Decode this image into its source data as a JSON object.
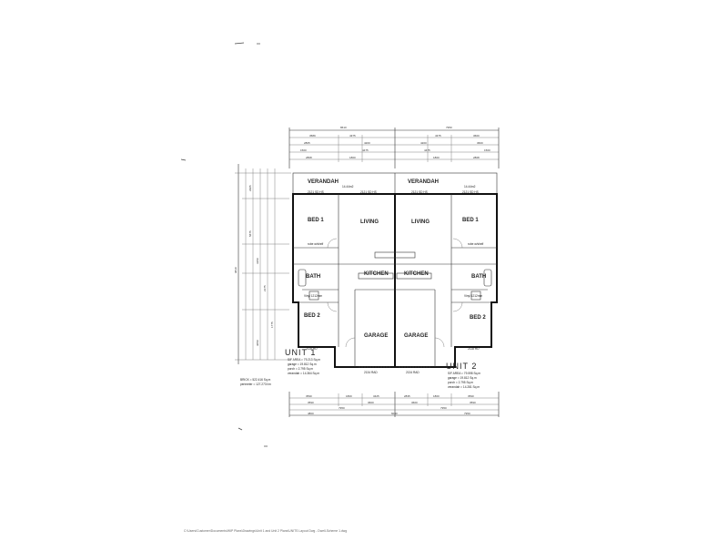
{
  "plan": {
    "rooms": {
      "verandah_left": "VERANDAH",
      "verandah_right": "VERANDAH",
      "bed1_left": "BED 1",
      "bed1_right": "BED 1",
      "living_left": "LIVING",
      "living_right": "LIVING",
      "kitchen_left": "KITCHEN",
      "kitchen_right": "KITCHEN",
      "bath_left": "BATH",
      "bath_right": "BATH",
      "bed2_left": "BED 2",
      "bed2_right": "BED 2",
      "garage_left": "GARAGE",
      "garage_right": "GARAGE"
    },
    "notes": {
      "window_top_left": "2121 SD HS",
      "window_top_mid_left": "2121 SD HS",
      "window_top_mid_right": "2121 SD HS",
      "window_top_right": "2121 SD HS",
      "verandah_area_left": "14.44m2",
      "verandah_area_right": "14.44m2",
      "robe_left": "robe w/shelf",
      "robe_right": "robe w/shelf",
      "vinyl_left": "Vinyl 1212mm",
      "vinyl_right": "Vinyl 1212mm",
      "garage_door_left": "2134 RAD",
      "garage_door_right": "2134 RAD",
      "window_bed2_left": "2118 HO",
      "window_bed2_right": "2118 HO"
    },
    "unit1": {
      "label": "UNIT 1",
      "lines": [
        "S/F AREA = 79.213 Sq.m",
        "garage = 19.812 Sq.m",
        "porch = 2.795 Sq.m",
        "verandah = 14.364 Sq.m"
      ]
    },
    "unit2": {
      "label": "UNIT 2",
      "lines": [
        "S/F AREA = 79.598 Sq.m",
        "garage = 19.812 Sq.m",
        "porch = 2.795 Sq.m",
        "verandah = 14.281 Sq.m"
      ]
    },
    "block": {
      "lines": [
        "BRICK = 522.416 Sq.m",
        "perimeter = 127.273 l/m"
      ]
    },
    "top_dims": {
      "overall_left": "8610",
      "overall_right": "7950",
      "row2": [
        "3589",
        "4375",
        "4375",
        "3600"
      ],
      "row3": [
        "2805",
        "4200",
        "4200",
        "3600"
      ],
      "row4": [
        "1500",
        "4475",
        "4475",
        "1500"
      ],
      "row5": [
        "2808",
        "1800",
        "1800",
        "2808"
      ]
    },
    "bottom_dims": {
      "row1": [
        "3590",
        "1800",
        "3425",
        "2835",
        "1800",
        "3590"
      ],
      "row2": [
        "3590",
        "3600",
        "3600",
        "3590"
      ],
      "row3": [
        "7950",
        "7950"
      ],
      "row4": [
        "4800",
        "6040",
        "7950"
      ]
    },
    "left_dims": {
      "overall": "9810",
      "parts": [
        "2905",
        "5875",
        "3350",
        "2375",
        "1775",
        "3050"
      ]
    },
    "footer": "C:\\Users\\Customer\\Documents\\WIP Plans\\Drawings\\Unit 1 and Unit 2 Plans\\UNITS Layout Dwg - Dwell-Scheme 1.dwg"
  }
}
